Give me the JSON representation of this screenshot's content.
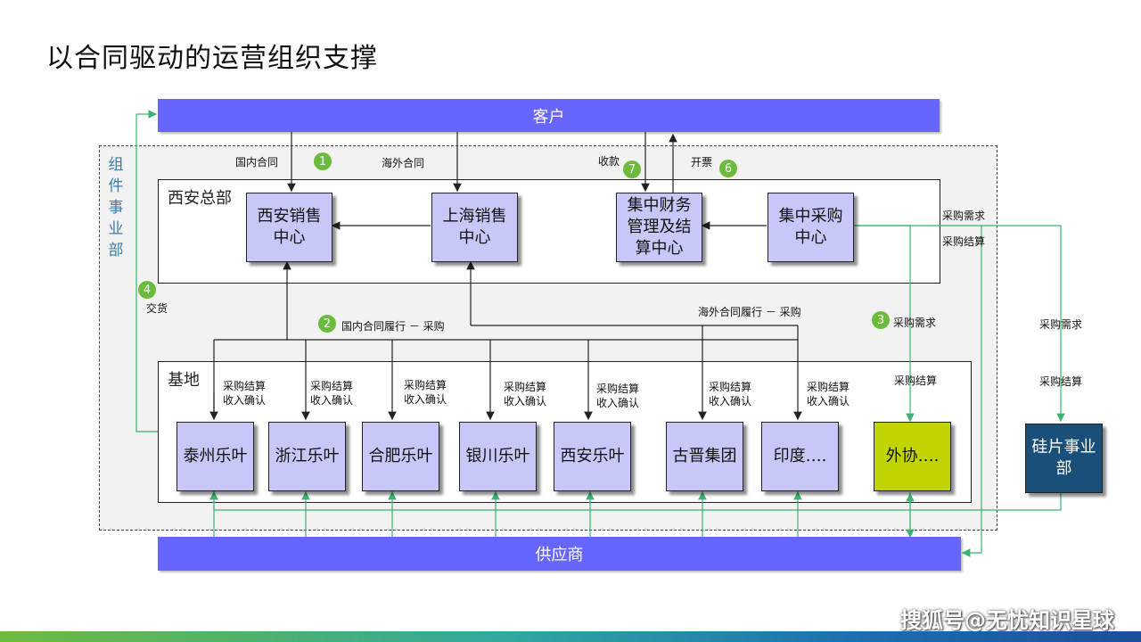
{
  "title": "以合同驱动的运营组织支撑",
  "bars": {
    "customer": "客户",
    "supplier": "供应商"
  },
  "group_label": [
    "组",
    "件",
    "事",
    "业",
    "部"
  ],
  "panels": {
    "hq": "西安总部",
    "base": "基地"
  },
  "hq_nodes": {
    "xian_sales": "西安销售\n中心",
    "shanghai_sales": "上海销售\n中心",
    "finance": "集中财务\n管理及结\n算中心",
    "procurement": "集中采购\n中心"
  },
  "base_nodes": {
    "taizhou": "泰州乐叶",
    "zhejiang": "浙江乐叶",
    "hefei": "合肥乐叶",
    "yinchuan": "银川乐叶",
    "xian": "西安乐叶",
    "gujin": "古晋集团",
    "india": "印度….",
    "outsource": "外协…."
  },
  "silicon": "硅片事业\n部",
  "labels": {
    "domestic_contract": "国内合同",
    "overseas_contract": "海外合同",
    "collection": "收款",
    "invoice": "开票",
    "delivery": "交货",
    "domestic_fulfill": "国内合同履行 － 采购",
    "overseas_fulfill": "海外合同履行 － 采购",
    "proc_demand": "采购需求",
    "proc_settle": "采购结算",
    "settle_confirm": "采购结算\n收入确认"
  },
  "badges": {
    "b1": "1",
    "b2": "2",
    "b3": "3",
    "b4": "4",
    "b6": "6",
    "b7": "7"
  },
  "watermark": "搜狐号@无忧知识星球",
  "colors": {
    "bar": "#6666ff",
    "node": "#c8c8f8",
    "lime": "#c2d400",
    "dark": "#1a4f7a",
    "green": "#3cb371",
    "badge": "#6cbb3c"
  }
}
